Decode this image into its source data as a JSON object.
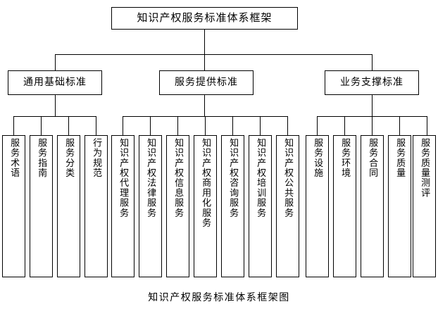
{
  "diagram": {
    "type": "tree",
    "caption": "知识产权服务标准体系框架图",
    "root": {
      "label": "知识产权服务标准体系框架"
    },
    "branches": [
      {
        "label": "通用基础标准",
        "leaves": [
          {
            "label": "服务术语"
          },
          {
            "label": "服务指南"
          },
          {
            "label": "服务分类"
          },
          {
            "label": "行为规范"
          }
        ]
      },
      {
        "label": "服务提供标准",
        "leaves": [
          {
            "label": "知识产权代理服务"
          },
          {
            "label": "知识产权法律服务"
          },
          {
            "label": "知识产权信息服务"
          },
          {
            "label": "知识产权商用化服务"
          },
          {
            "label": "知识产权咨询服务"
          },
          {
            "label": "知识产权培训服务"
          },
          {
            "label": "知识产权公共服务"
          }
        ]
      },
      {
        "label": "业务支撑标准",
        "leaves": [
          {
            "label": "服务设施"
          },
          {
            "label": "服务环境"
          },
          {
            "label": "服务合同"
          },
          {
            "label": "服务质量"
          },
          {
            "label": "服务质量测评"
          }
        ]
      }
    ],
    "colors": {
      "background": "#ffffff",
      "border": "#000000",
      "text": "#000000",
      "connector": "#000000"
    }
  }
}
